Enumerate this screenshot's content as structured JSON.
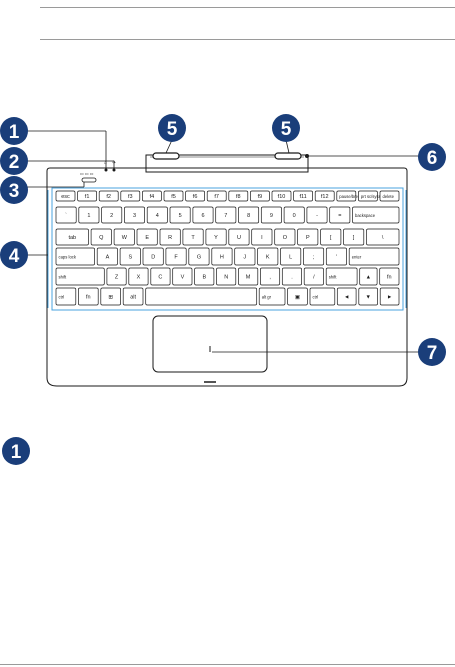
{
  "callouts": [
    "1",
    "2",
    "3",
    "4",
    "5",
    "5",
    "6",
    "7"
  ],
  "section_marker": "1",
  "indicator_labels": {
    "caps": "⌂",
    "airplane": "✈"
  },
  "keyboard": {
    "row1": [
      "esc",
      "f1",
      "f2",
      "f3",
      "f4",
      "f5",
      "f6",
      "f7",
      "f8",
      "f9",
      "f10",
      "f11",
      "f12",
      "pause/break",
      "prt sc/sysrq",
      "delete"
    ],
    "row2": [
      "`",
      "1",
      "2",
      "3",
      "4",
      "5",
      "6",
      "7",
      "8",
      "9",
      "0",
      "-",
      "=",
      "backspace"
    ],
    "row3": [
      "tab",
      "Q",
      "W",
      "E",
      "R",
      "T",
      "Y",
      "U",
      "I",
      "O",
      "P",
      "[",
      "]",
      "\\"
    ],
    "row4": [
      "caps lock",
      "A",
      "S",
      "D",
      "F",
      "G",
      "H",
      "J",
      "K",
      "L",
      ";",
      "'",
      "enter"
    ],
    "row5": [
      "shift",
      "Z",
      "X",
      "C",
      "V",
      "B",
      "N",
      "M",
      ",",
      ".",
      "/",
      "shift",
      "▲",
      "fn"
    ],
    "row6": [
      "ctrl",
      "fn",
      "⊞",
      "alt",
      "",
      "alt gr",
      "▣",
      "ctrl",
      "◄",
      "▼",
      "►"
    ]
  },
  "colors": {
    "callout": "#1a3e7a",
    "outline": "#1a1a1a",
    "highlight": "#4aa3df"
  }
}
